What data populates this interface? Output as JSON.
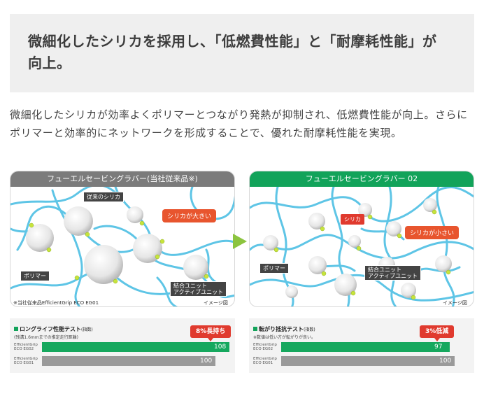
{
  "hero": {
    "title": "微細化したシリカを採用し、「低燃費性能」と「耐摩耗性能」が向上。"
  },
  "description": "微細化したシリカが効率よくポリマーとつながり発熱が抑制され、低燃費性能が向上。さらにポリマーと効率的にネットワークを形成することで、優れた耐摩耗性能を実現。",
  "panels": {
    "left": {
      "header": "フューエルセービングラバー(当社従来品※)",
      "silica_label": "従来のシリカ",
      "callout": "シリカが大きい",
      "polymer_label": "ポリマー",
      "unit_label_1": "結合ユニット",
      "unit_label_2": "アクティブユニット",
      "footnote": "※当社従来品EfficientGrip ECO EG01",
      "image_note": "イメージ図"
    },
    "right": {
      "header": "フューエルセービングラバー 02",
      "silica_label": "シリカ",
      "callout": "シリカが小さい",
      "polymer_label": "ポリマー",
      "unit_label_1": "結合ユニット",
      "unit_label_2": "アクティブユニット",
      "image_note": "イメージ図"
    }
  },
  "tests": {
    "left": {
      "title": "ロングライフ性能テスト",
      "unit": "(指数)",
      "subtitle": "(残溝1.6mmまでの推定走行距離)",
      "badge": "8%長持ち",
      "rows": [
        {
          "label": "EfficientGrip ECO EG02",
          "value": 108
        },
        {
          "label": "EfficientGrip ECO EG01",
          "value": 100
        }
      ]
    },
    "right": {
      "title": "転がり抵抗テスト",
      "unit": "(指数)",
      "subtitle": "※数値は低い方が転がりが良い。",
      "badge": "3%低減",
      "rows": [
        {
          "label": "EfficientGrip ECO EG02",
          "value": 97
        },
        {
          "label": "EfficientGrip ECO EG01",
          "value": 100
        }
      ]
    }
  },
  "colors": {
    "accent_green": "#12a35a",
    "alert_red": "#e03a2e",
    "grey_header": "#7b7b7b",
    "polymer_blue": "#5ec5e6"
  }
}
